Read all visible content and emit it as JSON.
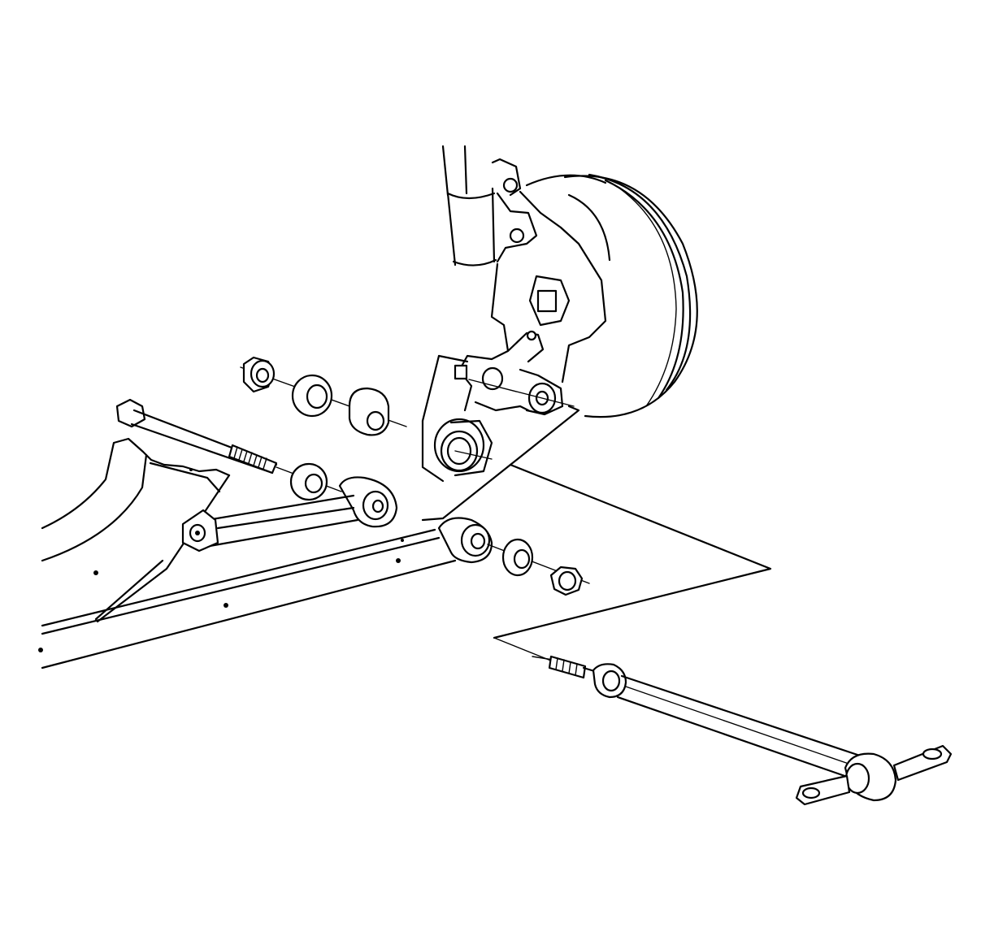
{
  "illustration": {
    "background": "#ffffff",
    "line_color": "#000000",
    "parts": [
      "strut-assembly",
      "brake-drum",
      "rear-knuckle",
      "subframe",
      "inner-bolt",
      "washer",
      "bushing",
      "trailing-link",
      "lateral-link",
      "nut",
      "link-detail"
    ]
  }
}
